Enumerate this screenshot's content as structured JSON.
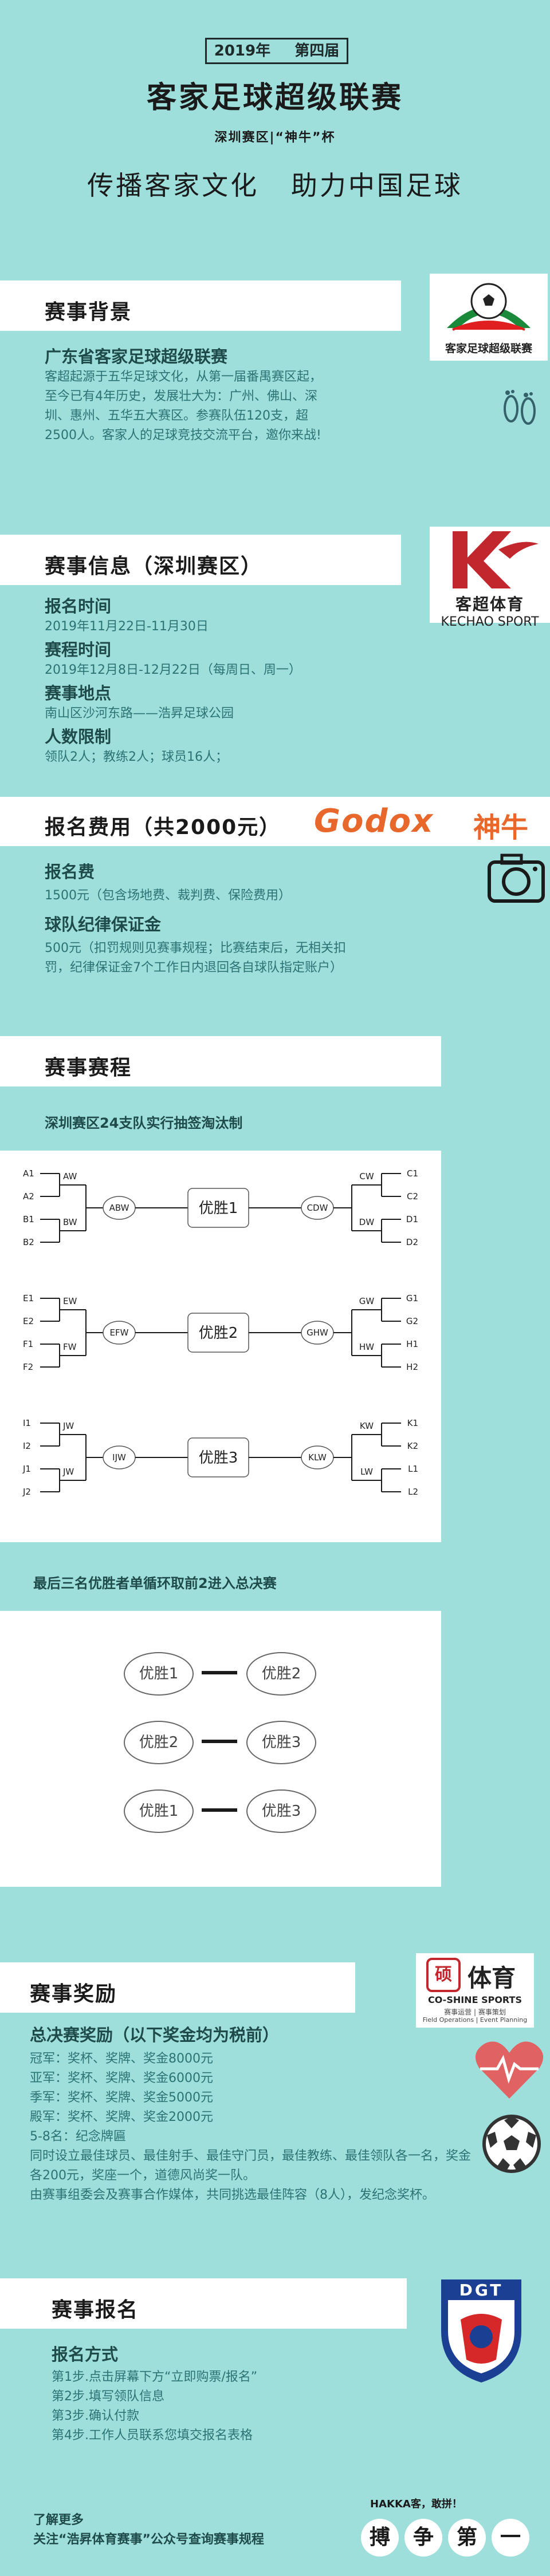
{
  "header": {
    "year_label": "2019年",
    "edition_label": "第四届",
    "title": "客家足球超级联赛",
    "subtitle": "深圳赛区|“神牛”杯",
    "slogan": "传播客家文化   助力中国足球"
  },
  "background": {
    "heading": "赛事背景",
    "logo_text": "客家足球超级联赛",
    "org_title": "广东省客家足球超级联赛",
    "paragraph": "客超起源于五华足球文化，从第一届番禺赛区起，至今已有4年历史，发展壮大为：广州、佛山、深圳、惠州、五华五大赛区。参赛队伍120支，超2500人。客家人的足球竞技交流平台，邀你来战!"
  },
  "info": {
    "heading": "赛事信息（深圳赛区）",
    "logo_top": "客超体育",
    "logo_bottom": "KECHAO SPORT",
    "items": [
      {
        "label": "报名时间",
        "value": "2019年11月22日-11月30日"
      },
      {
        "label": "赛程时间",
        "value": "2019年12月8日-12月22日（每周日、周一）"
      },
      {
        "label": "赛事地点",
        "value": "南山区沙河东路——浩昇足球公园"
      },
      {
        "label": "人数限制",
        "value": "领队2人；教练2人；球员16人；"
      }
    ]
  },
  "fee": {
    "heading": "报名费用（共2000元）",
    "sponsor_brand": "Godox",
    "sponsor_name": "神牛",
    "items": [
      {
        "label": "报名费",
        "value": "1500元（包含场地费、裁判费、保险费用）"
      },
      {
        "label": "球队纪律保证金",
        "value": "500元（扣罚规则见赛事规程；比赛结束后，无相关扣罚，纪律保证金7个工作日内退回各自球队指定账户）"
      }
    ]
  },
  "schedule": {
    "heading": "赛事赛程",
    "bracket_title": "深圳赛区24支队实行抽签淘汰制",
    "groups": [
      {
        "left": [
          "A1",
          "A2",
          "B1",
          "B2"
        ],
        "left_pair": [
          "AW",
          "BW"
        ],
        "left_final": "ABW",
        "winner": "优胜1",
        "right_final": "CDW",
        "right_pair": [
          "CW",
          "DW"
        ],
        "right": [
          "C1",
          "C2",
          "D1",
          "D2"
        ]
      },
      {
        "left": [
          "E1",
          "E2",
          "F1",
          "F2"
        ],
        "left_pair": [
          "EW",
          "FW"
        ],
        "left_final": "EFW",
        "winner": "优胜2",
        "right_final": "GHW",
        "right_pair": [
          "GW",
          "HW"
        ],
        "right": [
          "G1",
          "G2",
          "H1",
          "H2"
        ]
      },
      {
        "left": [
          "I1",
          "I2",
          "J1",
          "J2"
        ],
        "left_pair": [
          "JW",
          "JW"
        ],
        "left_final": "IJW",
        "winner": "优胜3",
        "right_final": "KLW",
        "right_pair": [
          "KW",
          "LW"
        ],
        "right": [
          "K1",
          "K2",
          "L1",
          "L2"
        ]
      }
    ],
    "final_title": "最后三名优胜者单循环取前2进入总决赛",
    "final_matches": [
      [
        "优胜1",
        "优胜2"
      ],
      [
        "优胜2",
        "优胜3"
      ],
      [
        "优胜1",
        "优胜3"
      ]
    ]
  },
  "awards": {
    "heading": "赛事奖励",
    "logo_top_left": "硕",
    "logo_top_right": "体育",
    "logo_mid": "CO-SHINE SPORTS",
    "logo_sub": "赛事运营 | 赛事策划",
    "logo_bottom": "Field Operations | Event Planning",
    "title": "总决赛奖励（以下奖金均为税前）",
    "lines": [
      "冠军：奖杯、奖牌、奖金8000元",
      "亚军：奖杯、奖牌、奖金6000元",
      "季军：奖杯、奖牌、奖金5000元",
      "殿军：奖杯、奖牌、奖金2000元",
      "5-8名：纪念牌匾",
      "同时设立最佳球员、最佳射手、最佳守门员，最佳教练、最佳领队各一名，奖金各200元，奖座一个，道德风尚奖一队。",
      "由赛事组委会及赛事合作媒体，共同挑选最佳阵容（8人），发纪念奖杯。"
    ]
  },
  "signup": {
    "heading": "赛事报名",
    "logo_text": "DGT",
    "method_title": "报名方式",
    "steps": [
      "第1步.点击屏幕下方“立即购票/报名”",
      "第2步.填写领队信息",
      "第3步.确认付款",
      "第4步.工作人员联系您填交报名表格"
    ]
  },
  "footer": {
    "more_label": "了解更多",
    "more_text": "关注“浩昇体育赛事”公众号查询赛事规程",
    "hakka_text": "HAKKA客，敢拼！",
    "chars": [
      "搏",
      "争",
      "第",
      "一"
    ]
  },
  "colors": {
    "background": "#9edfdc",
    "accent_orange": "#e8672b",
    "dark_red": "#c1272d",
    "text_teal": "#2c7373"
  }
}
